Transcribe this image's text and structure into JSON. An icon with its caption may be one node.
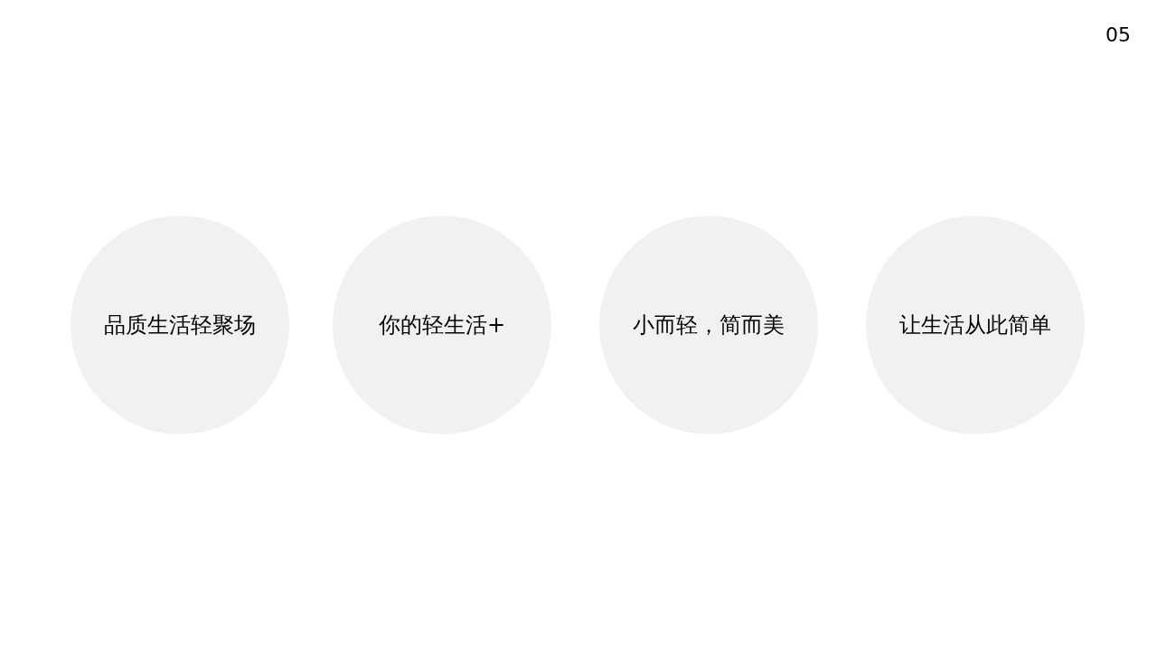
{
  "diagram": {
    "nodes": [
      {
        "text": [
          "品质生活轻聚场"
        ]
      },
      {
        "text": [
          "你的轻生活+"
        ]
      },
      {
        "text": [
          "小而轻，简而美"
        ]
      },
      {
        "text": [
          "让生活从此简单"
        ]
      }
    ],
    "labels": [
      "05"
    ]
  }
}
